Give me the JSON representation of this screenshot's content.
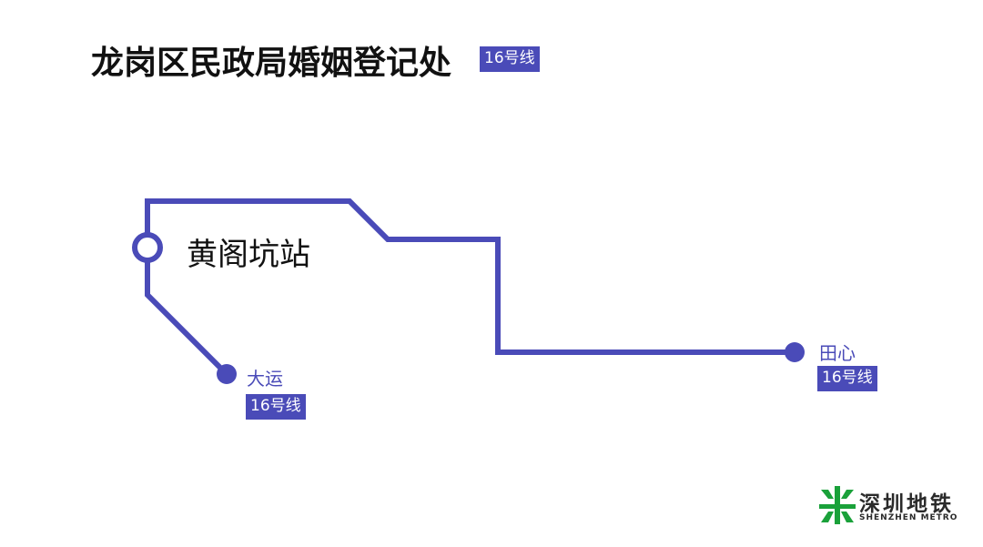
{
  "title": "龙岗区民政局婚姻登记处",
  "title_badge": "16号线",
  "line_color": "#4a4bb8",
  "stations": {
    "current": {
      "name": "黄阁坑站"
    },
    "dayun": {
      "name": "大运",
      "line": "16号线"
    },
    "tianxin": {
      "name": "田心",
      "line": "16号线"
    }
  },
  "logo": {
    "cn": "深圳地铁",
    "en": "SHENZHEN METRO",
    "color": "#1aa13a"
  }
}
